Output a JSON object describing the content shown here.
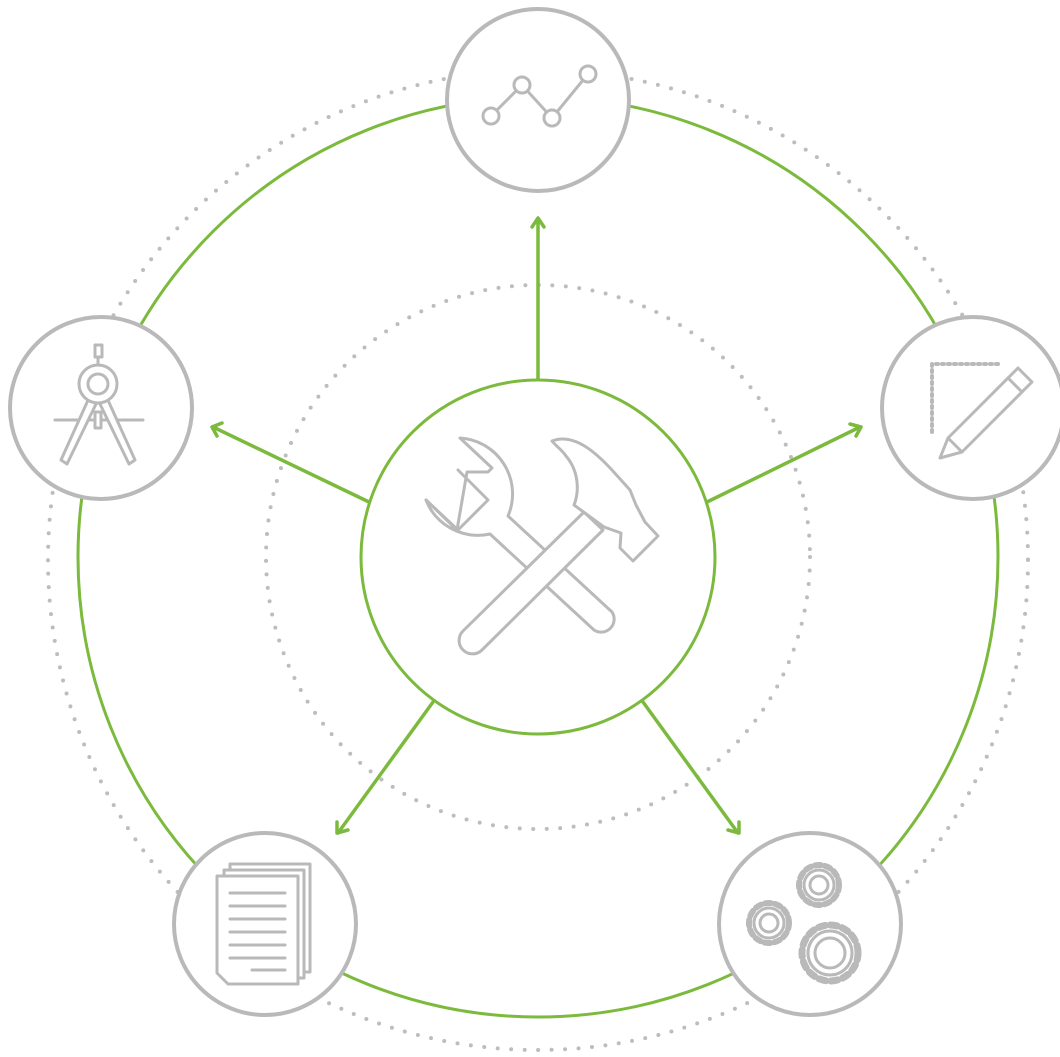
{
  "colors": {
    "accent_green": "#7cba3d",
    "node_gray": "#b9b9b9",
    "dot_gray": "#bdbdbd",
    "background": "#ffffff"
  },
  "center": {
    "icon": "wrench-hammer-icon"
  },
  "nodes": [
    {
      "id": "top",
      "icon": "line-graph-icon"
    },
    {
      "id": "right",
      "icon": "pencil-ruler-icon"
    },
    {
      "id": "bottom-right",
      "icon": "gears-icon"
    },
    {
      "id": "bottom-left",
      "icon": "documents-icon"
    },
    {
      "id": "left",
      "icon": "drafting-compass-icon"
    }
  ],
  "arrows": [
    {
      "from": "center",
      "to": "top"
    },
    {
      "from": "center",
      "to": "right"
    },
    {
      "from": "center",
      "to": "bottom-right"
    },
    {
      "from": "center",
      "to": "bottom-left"
    },
    {
      "from": "center",
      "to": "left"
    }
  ]
}
